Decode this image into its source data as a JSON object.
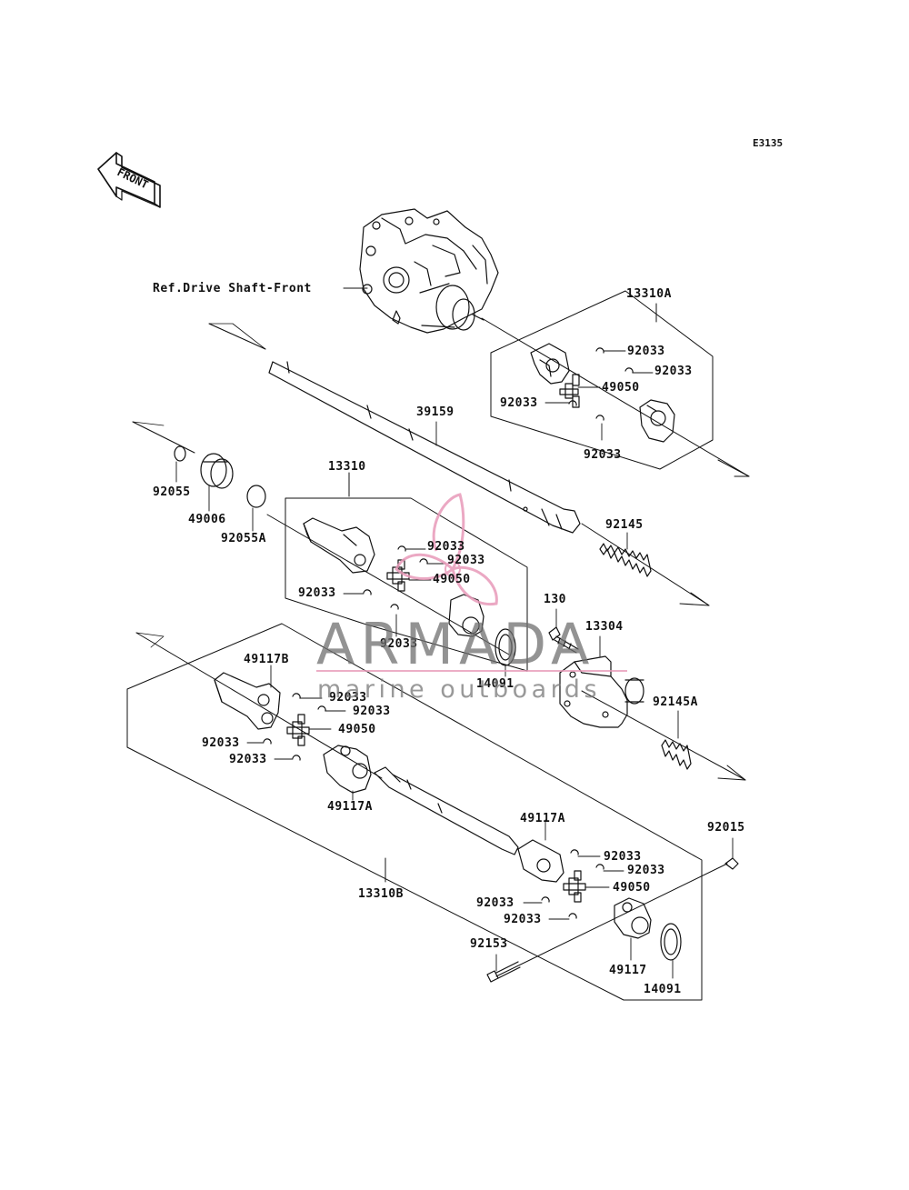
{
  "diagram_code": "E3135",
  "front_label": "FRONT",
  "ref_label": "Ref.Drive Shaft-Front",
  "watermark": {
    "title": "ARMADA",
    "subtitle": "marine outboards",
    "colors": {
      "logo": "#e89ab9",
      "text": "#6f6f6f"
    }
  },
  "labels": {
    "l13310A": "13310A",
    "l92033_a": "92033",
    "l92033_b": "92033",
    "l49050_a": "49050",
    "l92033_c": "92033",
    "l92033_d": "92033",
    "l39159": "39159",
    "l13310": "13310",
    "l92055": "92055",
    "l49006": "49006",
    "l92055A": "92055A",
    "l92033_e": "92033",
    "l92033_f": "92033",
    "l49050_b": "49050",
    "l92033_g": "92033",
    "l92033_h": "92033",
    "l92145": "92145",
    "l130": "130",
    "l13304": "13304",
    "l14091_a": "14091",
    "l92145A": "92145A",
    "l49117B": "49117B",
    "l92033_i": "92033",
    "l92033_j": "92033",
    "l49050_c": "49050",
    "l92033_k": "92033",
    "l92033_l": "92033",
    "l49117A_a": "49117A",
    "l49117A_b": "49117A",
    "l92033_m": "92033",
    "l92033_n": "92033",
    "l49050_d": "49050",
    "l92033_o": "92033",
    "l92033_p": "92033",
    "l13310B": "13310B",
    "l92015": "92015",
    "l92153": "92153",
    "l49117": "49117",
    "l14091_b": "14091"
  }
}
